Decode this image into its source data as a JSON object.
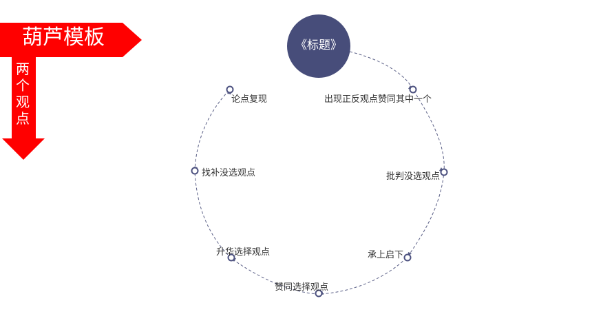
{
  "banner": {
    "title": "葫芦模板",
    "subtitle": "两个观点"
  },
  "center": {
    "title": "《标题》"
  },
  "nodes": [
    {
      "label": "出现正反观点赞同其中一个"
    },
    {
      "label": "批判没选观点"
    },
    {
      "label": "承上启下"
    },
    {
      "label": "赞同选择观点"
    },
    {
      "label": "升华选择观点"
    },
    {
      "label": "找补没选观点"
    },
    {
      "label": "论点复现"
    }
  ],
  "colors": {
    "banner_red": "#ff0000",
    "center_circle": "#474d7a",
    "node_stroke": "#4d5280",
    "path_stroke": "#5a5f86",
    "label_text": "#333333"
  }
}
